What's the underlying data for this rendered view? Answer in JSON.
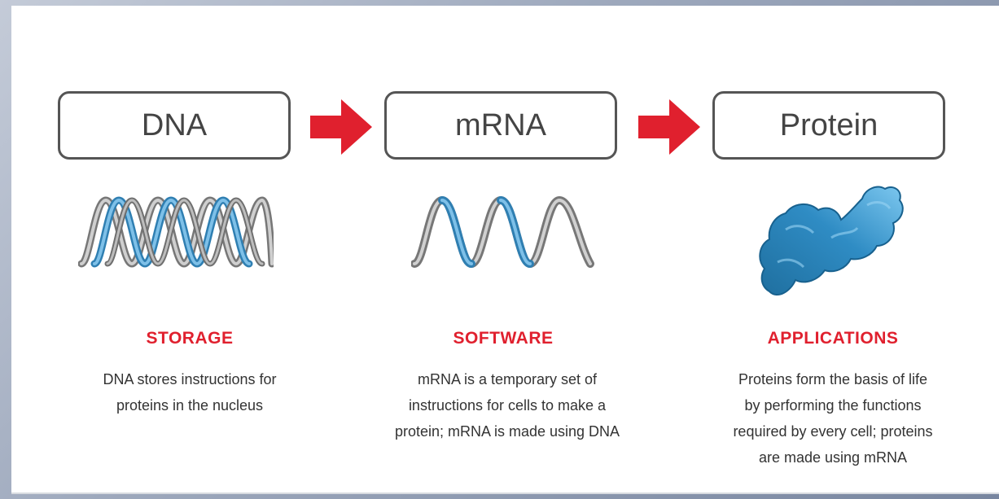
{
  "stages": [
    {
      "title": "DNA",
      "label": "STORAGE",
      "description": [
        "DNA stores instructions for",
        "proteins in the nucleus"
      ]
    },
    {
      "title": "mRNA",
      "label": "SOFTWARE",
      "description": [
        "mRNA is a temporary set of",
        "instructions for cells to make a",
        "protein; mRNA is made using DNA"
      ]
    },
    {
      "title": "Protein",
      "label": "APPLICATIONS",
      "description": [
        "Proteins form the basis of life",
        "by performing the functions",
        "required by every cell; proteins",
        "are made using mRNA"
      ]
    }
  ],
  "colors": {
    "accent": "#e0202e",
    "strand_blue": "#5aa8d8",
    "strand_gray": "#8c8c8c",
    "protein_blue": "#2f8cc4"
  }
}
